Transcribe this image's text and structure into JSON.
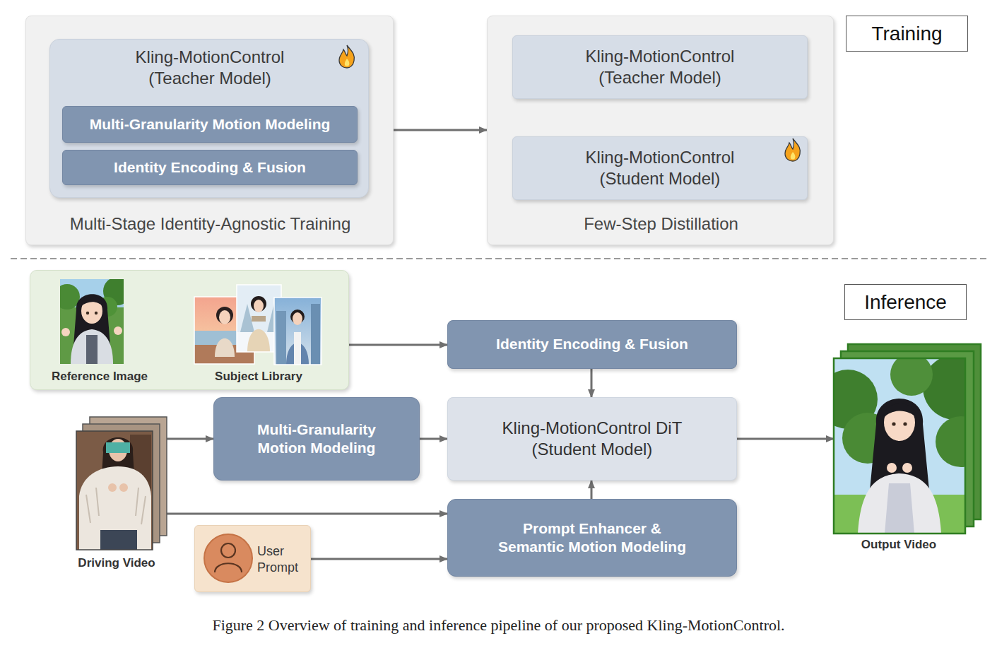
{
  "diagram": {
    "caption": "Figure 2 Overview of training and inference pipeline of our proposed Kling-MotionControl.",
    "nodes": [
      {
        "text": [
          "Multi-Stage Identity-Agnostic Training"
        ]
      },
      {
        "text": [
          "Kling-MotionControl (Teacher Model)"
        ],
        "in": 0
      },
      {
        "text": [
          "Multi-Granularity Motion Modeling"
        ],
        "in": 1
      },
      {
        "text": [
          "Identity Encoding & Fusion"
        ],
        "in": 1
      },
      {
        "text": [
          "Few-Step Distillation"
        ]
      },
      {
        "text": [
          "Kling-MotionControl (Teacher Model)"
        ],
        "in": 4
      },
      {
        "text": [
          "Kling-MotionControl (Student Model)"
        ],
        "in": 4
      },
      {
        "text": [
          "Training"
        ]
      },
      {
        "text": [
          "Inference"
        ]
      },
      {
        "text": [
          "Reference Image",
          "Subject Library"
        ]
      },
      {
        "text": [
          "Identity Encoding & Fusion"
        ]
      },
      {
        "text": [
          "Driving Video"
        ]
      },
      {
        "text": [
          "Multi-Granularity Motion Modeling"
        ]
      },
      {
        "text": [
          "Kling-MotionControl DiT (Student Model)"
        ]
      },
      {
        "text": [
          "Prompt Enhancer & Semantic Motion Modeling"
        ]
      },
      {
        "text": [
          "User Prompt"
        ]
      },
      {
        "text": [
          "Output Video"
        ]
      }
    ],
    "edges": [
      {
        "from": 0,
        "to": 4,
        "arrow": "to"
      },
      {
        "from": 5,
        "to": 6,
        "arrow": "to"
      },
      {
        "from": 9,
        "to": 10,
        "arrow": "to"
      },
      {
        "from": 10,
        "to": 13,
        "arrow": "to"
      },
      {
        "from": 11,
        "to": 12,
        "arrow": "to"
      },
      {
        "from": 12,
        "to": 13,
        "arrow": "to"
      },
      {
        "from": 11,
        "to": 14,
        "arrow": "to"
      },
      {
        "from": 15,
        "to": 14,
        "arrow": "to"
      },
      {
        "from": 14,
        "to": 13,
        "arrow": "to"
      },
      {
        "from": 13,
        "to": 16,
        "arrow": "to"
      }
    ]
  }
}
